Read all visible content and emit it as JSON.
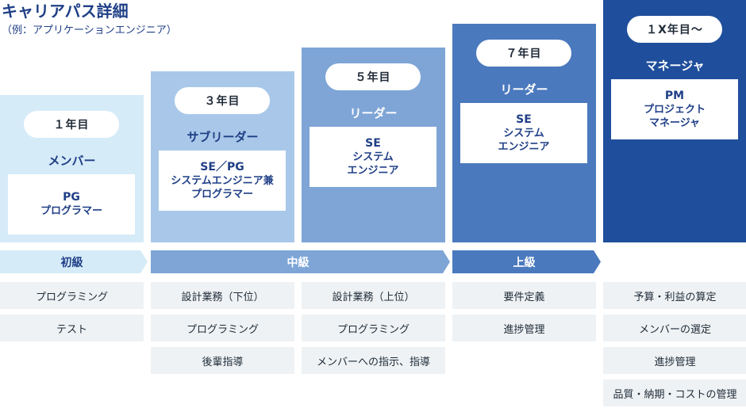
{
  "header": {
    "title": "キャリアパス詳細",
    "subtitle": "（例：アプリケーションエンジニア）"
  },
  "stages": [
    {
      "year": "１年目",
      "role": "メンバー",
      "position_lines": [
        "PG",
        "プログラマー"
      ],
      "tasks": [
        "プログラミング",
        "テスト"
      ],
      "bg": "#d6ebf8",
      "role_color": "#1f3f86"
    },
    {
      "year": "３年目",
      "role": "サブリーダー",
      "position_lines": [
        "SE／PG",
        "システムエンジニア兼",
        "プログラマー"
      ],
      "tasks": [
        "設計業務（下位）",
        "プログラミング",
        "後輩指導"
      ],
      "bg": "#a9c8e9",
      "role_color": "#1f3f86"
    },
    {
      "year": "５年目",
      "role": "リーダー",
      "position_lines": [
        "SE",
        "システム",
        "エンジニア"
      ],
      "tasks": [
        "設計業務（上位）",
        "プログラミング",
        "メンバーへの指示、指導"
      ],
      "bg": "#7ea5d6",
      "role_color": "#ffffff"
    },
    {
      "year": "７年目",
      "role": "リーダー",
      "position_lines": [
        "SE",
        "システム",
        "エンジニア"
      ],
      "tasks": [
        "要件定義",
        "進捗管理"
      ],
      "bg": "#4b79be",
      "role_color": "#ffffff"
    },
    {
      "year": "１X年目～",
      "role": "マネージャ",
      "position_lines": [
        "PM",
        "プロジェクト",
        "マネージャ"
      ],
      "tasks": [
        "予算・利益の算定",
        "メンバーの選定",
        "進捗管理",
        "品質・納期・コストの管理"
      ],
      "bg": "#1f4e9c",
      "role_color": "#ffffff"
    }
  ],
  "levels": [
    {
      "label": "初級",
      "bg": "#d6ebf8",
      "color": "#1f3f86"
    },
    {
      "label": "中級",
      "bg": "#7ea5d6",
      "color": "#ffffff"
    },
    {
      "label": "上級",
      "bg": "#4b79be",
      "color": "#ffffff"
    }
  ]
}
